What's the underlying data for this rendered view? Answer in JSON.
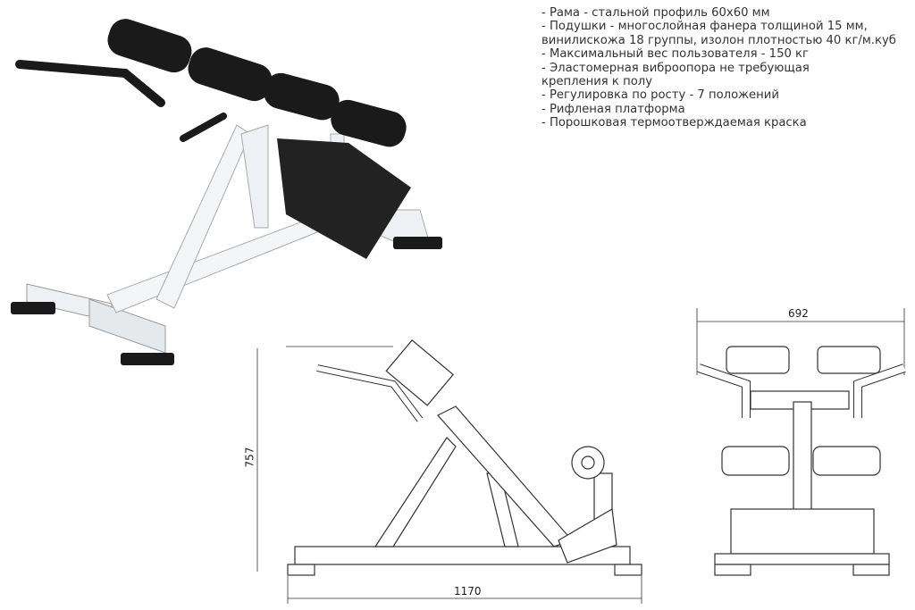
{
  "specs": [
    "- Рама - стальной профиль 60х60 мм",
    "- Подушки - многослойная фанера толщиной 15 мм,",
    "винилискожа 18 группы, изолон плотностью 40 кг/м.куб",
    "- Максимальный вес пользователя - 150 кг",
    "- Эластомерная виброопора не требующая",
    "крепления к полу",
    "- Регулировка по росту - 7 положений",
    "- Рифленая платформа",
    "- Порошковая термоотверждаемая краска"
  ],
  "dimensions": {
    "width": "692",
    "height": "757",
    "length": "1170"
  },
  "colors": {
    "frame": "#f2f4f6",
    "pads": "#1a1a1a",
    "line": "#333333"
  }
}
